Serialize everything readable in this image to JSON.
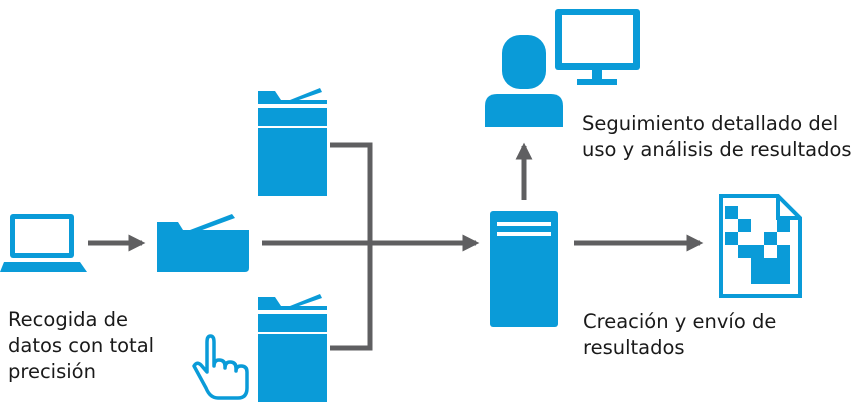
{
  "colors": {
    "accent": "#0a9bd8",
    "connector": "#5f5f61",
    "text": "#1a1a1a",
    "background": "#ffffff"
  },
  "icons": {
    "laptop": "laptop-icon",
    "scanner": "scanner-icon",
    "mfp_top": "printer-icon",
    "mfp_bottom": "printer-icon",
    "hand": "hand-pointer-icon",
    "server": "server-icon",
    "user": "user-icon",
    "monitor": "monitor-icon",
    "document": "document-icon"
  },
  "labels": {
    "capture": {
      "line1": "Recogida de",
      "line2": "datos con total",
      "line3": "precisión"
    },
    "tracking": {
      "line1": "Seguimiento detallado del",
      "line2": "uso y análisis de resultados"
    },
    "output": {
      "line1": "Creación y envío de",
      "line2": "resultados"
    }
  }
}
